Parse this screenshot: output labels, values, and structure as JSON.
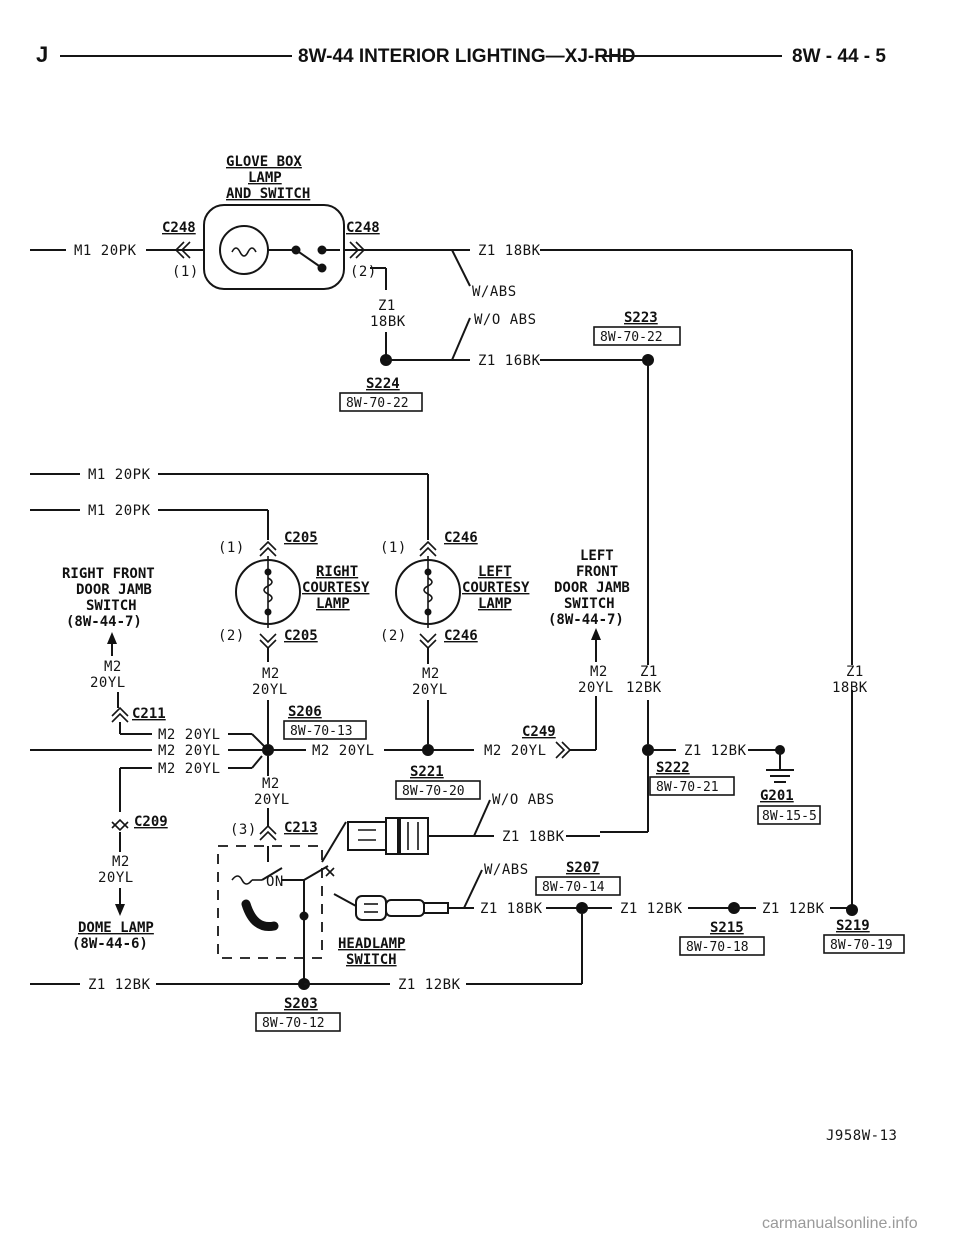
{
  "header": {
    "left": "J",
    "title": "8W-44 INTERIOR LIGHTING—XJ-RHD",
    "right": "8W - 44 - 5"
  },
  "components": {
    "glove_box_1": "GLOVE BOX",
    "glove_box_2": "LAMP",
    "glove_box_3": "AND SWITCH",
    "right_courtesy_1": "RIGHT",
    "right_courtesy_2": "COURTESY",
    "right_courtesy_3": "LAMP",
    "left_courtesy_1": "LEFT",
    "left_courtesy_2": "COURTESY",
    "left_courtesy_3": "LAMP",
    "rf_jamb_1": "RIGHT FRONT",
    "rf_jamb_2": "DOOR JAMB",
    "rf_jamb_3": "SWITCH",
    "rf_jamb_4": "(8W-44-7)",
    "lf_jamb_1": "LEFT",
    "lf_jamb_2": "FRONT",
    "lf_jamb_3": "DOOR JAMB",
    "lf_jamb_4": "SWITCH",
    "lf_jamb_5": "(8W-44-7)",
    "dome_1": "DOME LAMP",
    "dome_2": "(8W-44-6)",
    "headlamp_1": "HEADLAMP",
    "headlamp_2": "SWITCH"
  },
  "connectors": {
    "c248": "C248",
    "c205": "C205",
    "c246": "C246",
    "c211": "C211",
    "c209": "C209",
    "c213": "C213",
    "c249": "C249",
    "pin1": "(1)",
    "pin2": "(2)",
    "pin3": "(3)",
    "on": "ON"
  },
  "splices": {
    "s224": "S224",
    "s223": "S223",
    "s206": "S206",
    "s221": "S221",
    "s222": "S222",
    "g201": "G201",
    "s207": "S207",
    "s215": "S215",
    "s219": "S219",
    "s203": "S203"
  },
  "refs": {
    "r_8w_70_22": "8W-70-22",
    "r_8w_70_13": "8W-70-13",
    "r_8w_70_20": "8W-70-20",
    "r_8w_70_21": "8W-70-21",
    "r_8w_15_5": "8W-15-5",
    "r_8w_70_14": "8W-70-14",
    "r_8w_70_18": "8W-70-18",
    "r_8w_70_19": "8W-70-19",
    "r_8w_70_12": "8W-70-12"
  },
  "wires": {
    "m1_20pk": "M1 20PK",
    "z1_18bk": "Z1 18BK",
    "z1_16bk": "Z1 16BK",
    "z1_12bk": "Z1 12BK",
    "m2_20yl": "M2 20YL",
    "w_abs": "W/ABS",
    "wo_abs": "W/O ABS",
    "z1": "Z1",
    "m2": "M2",
    "n18bk": "18BK",
    "n12bk": "12BK",
    "n20yl": "20YL"
  },
  "footer": {
    "figure_id": "J958W-13",
    "watermark": "carmanualsonline.info"
  }
}
